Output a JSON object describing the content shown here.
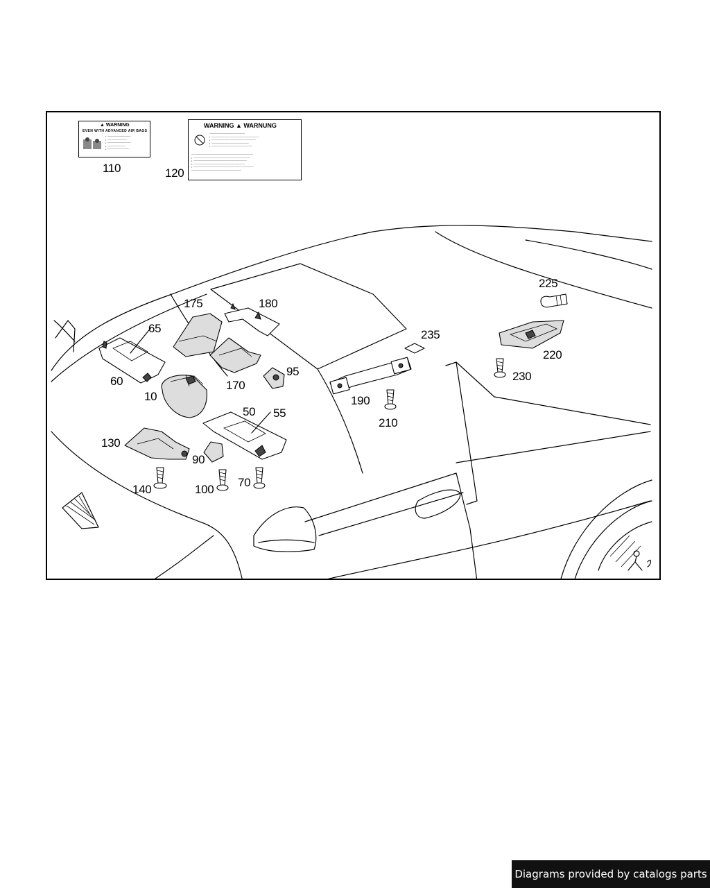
{
  "diagram": {
    "labels": {
      "l110": "110",
      "l120": "120",
      "l175": "175",
      "l180": "180",
      "l65": "65",
      "l60": "60",
      "l10": "10",
      "l170": "170",
      "l95": "95",
      "l50": "50",
      "l55": "55",
      "l130": "130",
      "l90": "90",
      "l140": "140",
      "l100": "100",
      "l70": "70",
      "l190": "190",
      "l210": "210",
      "l235": "235",
      "l225": "225",
      "l220": "220",
      "l230": "230"
    },
    "warning_label_110": {
      "title": "▲ WARNING",
      "subtitle": "EVEN WITH ADVANCED AIR BAGS"
    },
    "warning_label_120": {
      "title": "WARNING ▲ WARNUNG"
    }
  },
  "footer": {
    "text": "Diagrams provided by catalogs parts"
  }
}
